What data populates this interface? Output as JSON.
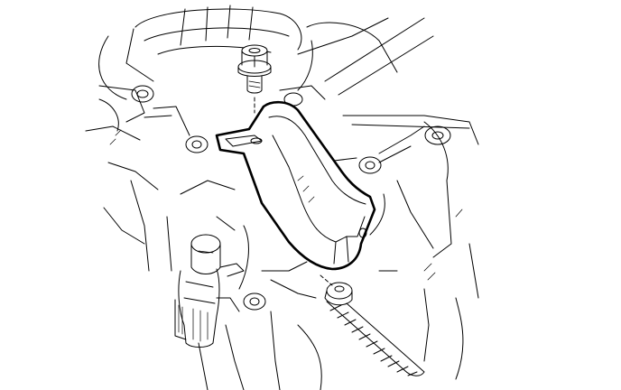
{
  "figure": {
    "kind": "line-art",
    "highlighted_part": "bracket",
    "parts": [
      "mounting-bolt",
      "bracket",
      "sensor-connector",
      "tapered-screw",
      "engine-housing"
    ],
    "colors": {
      "ink": "#000000",
      "background": "#ffffff"
    }
  }
}
